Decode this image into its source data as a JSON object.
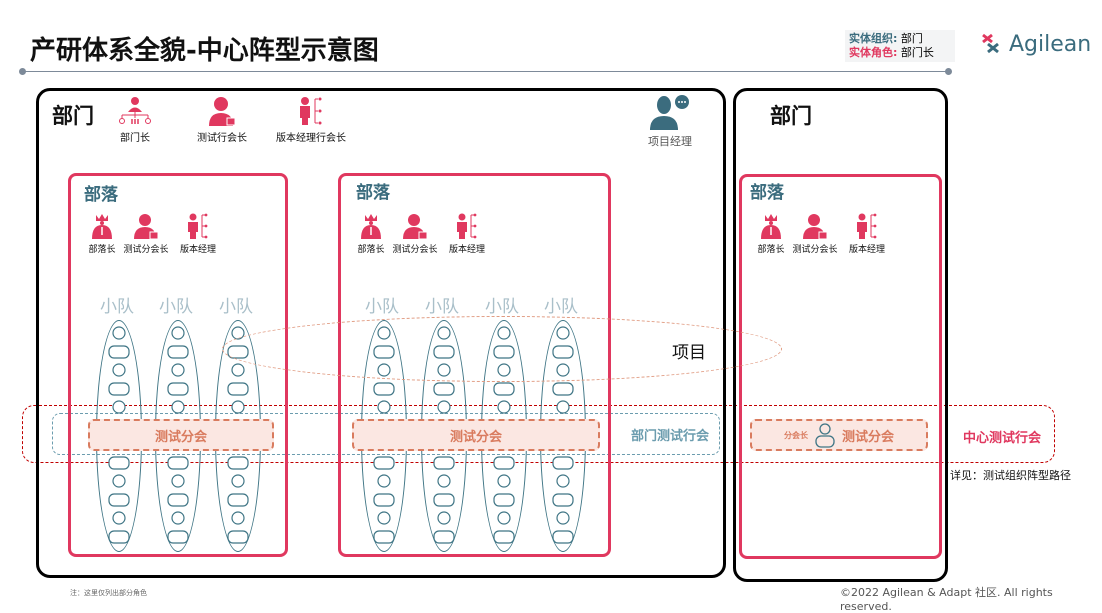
{
  "title": "产研体系全貌-中心阵型示意图",
  "legend": {
    "entity_org_key": "实体组织:",
    "entity_org_val": "部门",
    "entity_role_key": "实体角色:",
    "entity_role_val": "部门长"
  },
  "logo": {
    "text": "Agilean"
  },
  "dept1": {
    "label": "部门",
    "roles": [
      {
        "label": "部门长",
        "icon": "org-chart-icon"
      },
      {
        "label": "测试行会长",
        "icon": "person-lock-icon"
      },
      {
        "label": "版本经理行会长",
        "icon": "person-list-icon"
      }
    ],
    "pm": {
      "label": "项目经理",
      "icon": "person-chat-icon"
    },
    "tribes": [
      {
        "label": "部落",
        "roles": [
          "部落长",
          "测试分会长",
          "版本经理"
        ],
        "squads": [
          "小队",
          "小队",
          "小队"
        ],
        "chapter": "测试分会"
      },
      {
        "label": "部落",
        "roles": [
          "部落长",
          "测试分会长",
          "版本经理"
        ],
        "squads": [
          "小队",
          "小队",
          "小队",
          "小队"
        ],
        "chapter": "测试分会"
      }
    ],
    "dept_guild": "部门测试行会"
  },
  "dept2": {
    "label": "部门",
    "tribe": {
      "label": "部落",
      "roles": [
        "部落长",
        "测试分会长",
        "版本经理"
      ],
      "chapter": "测试分会",
      "chapter_lead": "分会长"
    }
  },
  "project": "项目",
  "center_guild": "中心测试行会",
  "see_also": "详见：测试组织阵型路径",
  "note": "注：这里仅列出部分角色",
  "copyright": "©2022 Agilean & Adapt 社区. All rights reserved.",
  "colors": {
    "accent": "#e0385f",
    "teal": "#3b6c7e",
    "chapter": "#d97b5e"
  }
}
